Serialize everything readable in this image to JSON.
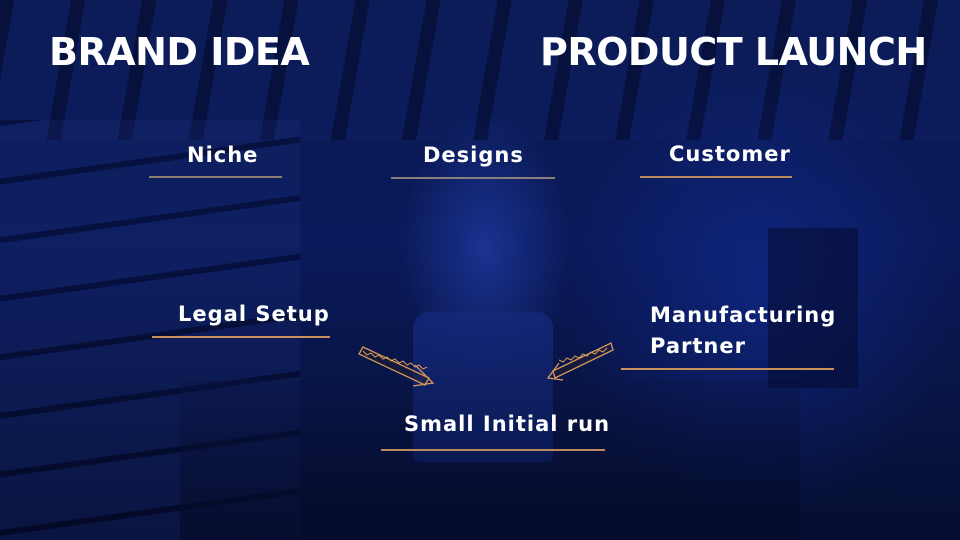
{
  "slide": {
    "titles": {
      "left": "BRAND IDEA",
      "right": "PRODUCT LAUNCH"
    },
    "items": {
      "niche": "Niche",
      "designs": "Designs",
      "customer": "Customer",
      "legal_setup": "Legal Setup",
      "manufacturing_partner_line1": "Manufacturing",
      "manufacturing_partner_line2": "Partner",
      "small_initial_run": "Small Initial run"
    },
    "colors": {
      "background": "#0a1a5a",
      "text": "#ffffff",
      "underline_accent": "#c8915a",
      "underline_gray": "#8a7f7a"
    }
  }
}
